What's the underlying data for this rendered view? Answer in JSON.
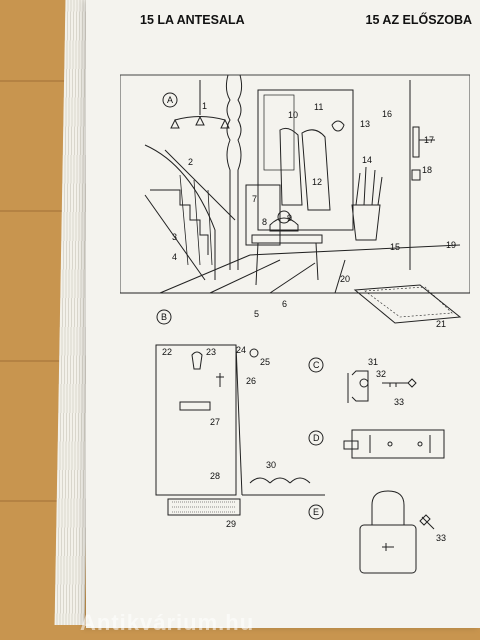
{
  "header": {
    "left_title": "15 LA ANTESALA",
    "right_title": "15 AZ ELŐSZOBA"
  },
  "sections": [
    "A",
    "B",
    "C",
    "D",
    "E"
  ],
  "callouts": {
    "n1": "1",
    "n2": "2",
    "n3": "3",
    "n4": "4",
    "n5": "5",
    "n6": "6",
    "n7": "7",
    "n8": "8",
    "n9": "9",
    "n10": "10",
    "n11": "11",
    "n12": "12",
    "n13": "13",
    "n14": "14",
    "n15": "15",
    "n16": "16",
    "n17": "17",
    "n18": "18",
    "n19": "19",
    "n20": "20",
    "n21": "21",
    "n22": "22",
    "n23": "23",
    "n24": "24",
    "n25": "25",
    "n26": "26",
    "n27": "27",
    "n28": "28",
    "n29": "29",
    "n30": "30",
    "n31": "31",
    "n32": "32",
    "n33a": "33",
    "n33b": "33"
  },
  "watermark": "Antikvárium.hu"
}
